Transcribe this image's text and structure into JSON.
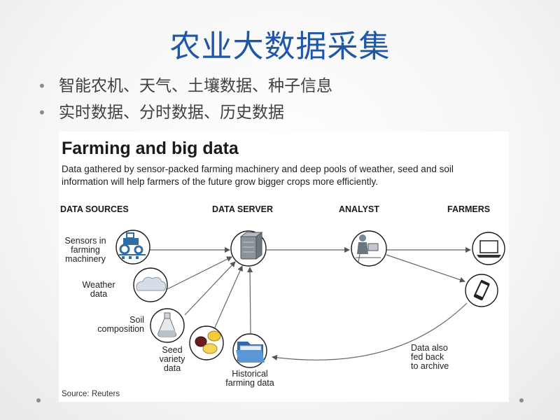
{
  "slide": {
    "title": "农业大数据采集",
    "bullets": [
      "智能农机、天气、土壤数据、种子信息",
      "实时数据、分时数据、历史数据"
    ],
    "bullet_glyph": "•"
  },
  "figure": {
    "title": "Farming and big data",
    "description": "Data gathered by sensor-packed farming machinery and deep pools of weather, seed and soil information will help farmers of the future grow bigger crops more efficiently.",
    "columns": {
      "sources": "DATA SOURCES",
      "server": "DATA SERVER",
      "analyst": "ANALYST",
      "farmers": "FARMERS"
    },
    "labels": {
      "sensors_l1": "Sensors in",
      "sensors_l2": "farming",
      "sensors_l3": "machinery",
      "weather_l1": "Weather",
      "weather_l2": "data",
      "soil_l1": "Soil",
      "soil_l2": "composition",
      "seed_l1": "Seed",
      "seed_l2": "variety",
      "seed_l3": "data",
      "hist_l1": "Historical",
      "hist_l2": "farming data",
      "feed_l1": "Data also",
      "feed_l2": "fed back",
      "feed_l3": "to archive"
    },
    "source": "Source: Reuters",
    "colors": {
      "circle_stroke": "#1a1a1a",
      "arrow": "#555555",
      "folder": "#4a86c7",
      "seed": "#e8b92a",
      "seed_dark": "#7a1f1f",
      "tractor": "#2e6ea6"
    },
    "icons": [
      "tractor-icon",
      "cloud-icon",
      "flask-icon",
      "seeds-icon",
      "server-icon",
      "folder-icon",
      "analyst-icon",
      "laptop-icon",
      "phone-icon"
    ]
  }
}
